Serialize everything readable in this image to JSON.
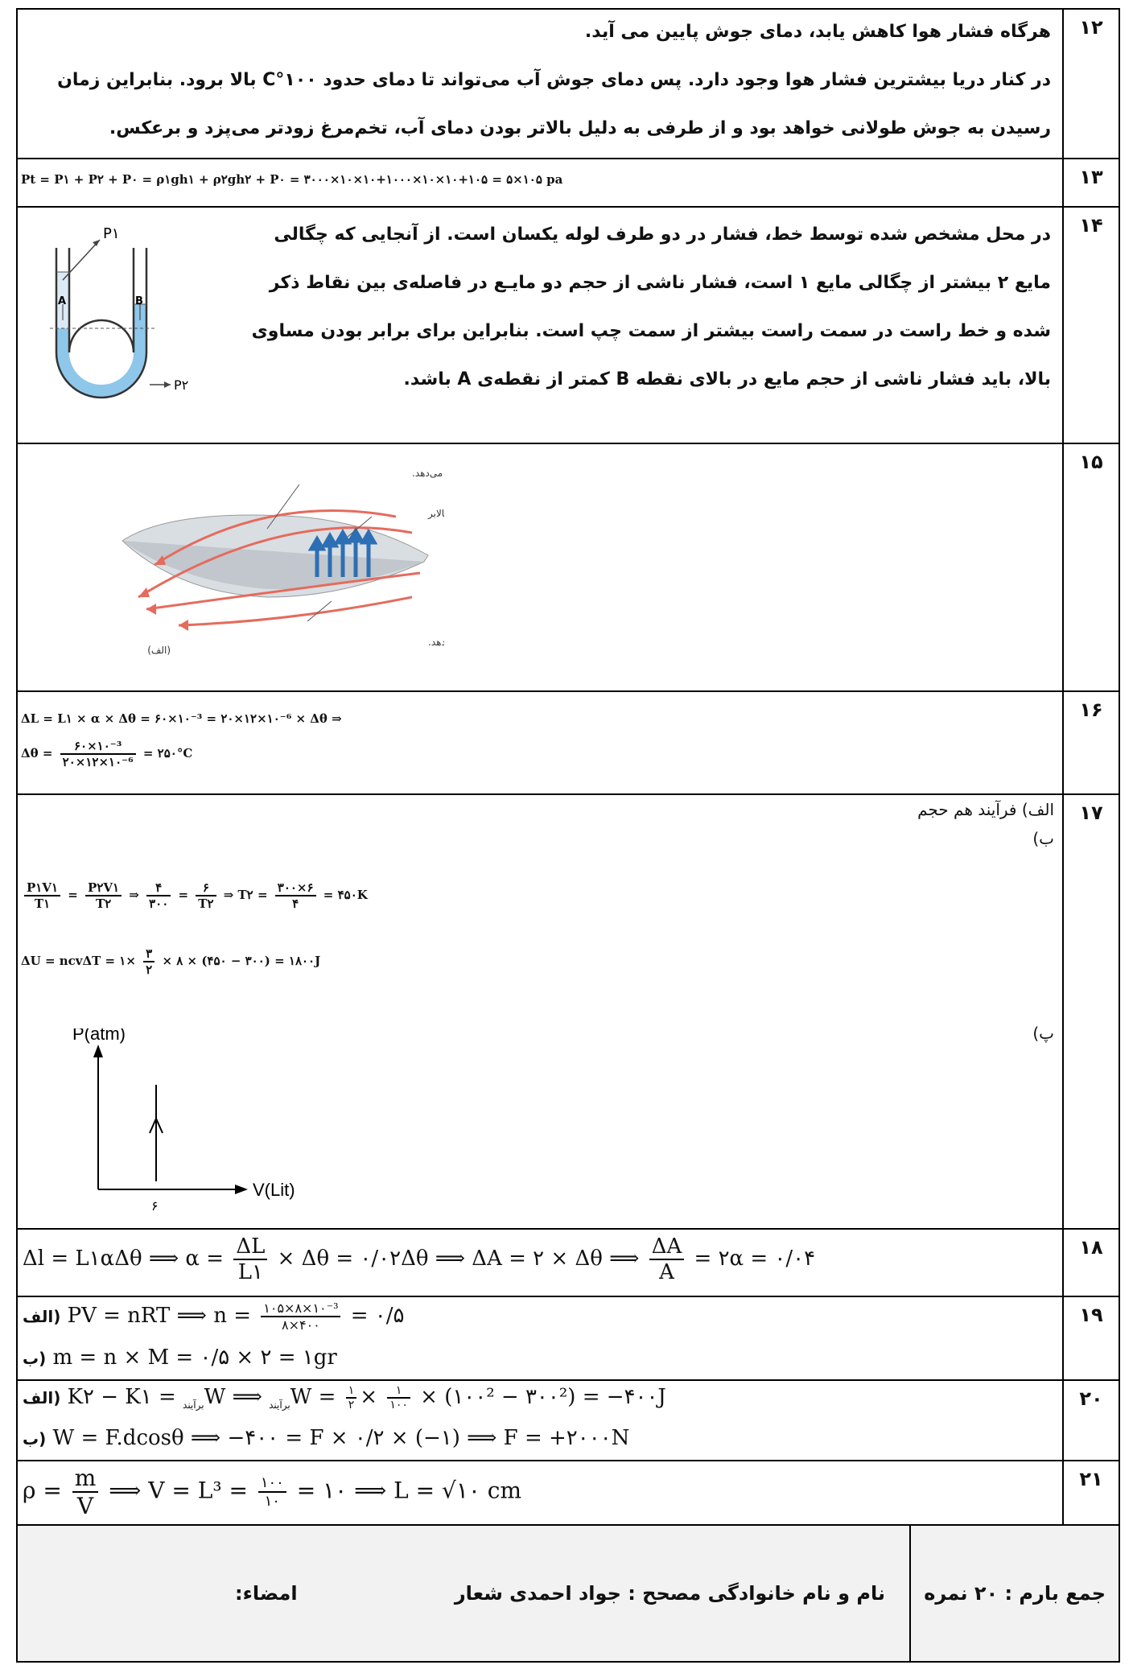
{
  "rows": [
    {
      "num": "۱۲",
      "lines": [
        "هرگاه فشار هوا کاهش یابد، دمای جوش پایین می آید.",
        "در کنار دریا بیشترین فشار هوا وجود دارد. پس دمای جوش آب می‌تواند تا دمای حدود  ۱۰۰°C بالا برود. بنابراین زمان",
        "رسیدن به جوش طولانی خواهد بود و از طرفی به دلیل بالاتر بودن دمای آب، تخم‌مرغ زودتر می‌پزد و برعکس."
      ]
    },
    {
      "num": "۱۳",
      "eq": "Pt = P۱ + P۲ + P۰ = ρ۱gh۱ + ρ۲gh۲ + P۰ = ۳۰۰۰×۱۰×۱۰+۱۰۰۰×۱۰×۱۰+۱۰۵ = ۵×۱۰۵ pa"
    },
    {
      "num": "۱۴",
      "lines": [
        "در محل مشخص شده توسط خط، فشار در دو طرف لوله یکسان است. از آنجایی که چگالی",
        "مایع ۲ بیشتر از چگالی مایع ۱ است، فشار ناشی از حجم دو مایـع در فاصله‌ی بین نقاط ذکر",
        "شده  و خط راست در سمت راست بیشتر از سمت چپ است. بنابراین برای برابر بودن مساوی",
        "بالا، باید فشار ناشی از حجم مایع در بالای نقطه B  کمتر از نقطه‌ی A  باشد."
      ],
      "figure": {
        "label_p1": "P۱",
        "label_p2": "P۲",
        "label_a": "A",
        "label_b": "B"
      }
    },
    {
      "num": "۱۵",
      "figure": {
        "label_top": "جریان تند هوا، فشار را کاهش می‌دهد.",
        "label_lift": "نیروی بالابر",
        "label_bottom": "جریان آرام هوا، فشار را افزایش می‌دهد.",
        "label_caption": "(الف)"
      }
    },
    {
      "num": "۱۶",
      "eq1": "ΔL = L۱ × α × Δθ = ۶۰×۱۰⁻³ = ۲۰×۱۲×۱۰⁻⁶ × Δθ ⇒",
      "eq2_lhs": "Δθ =",
      "eq2_num": "۶۰×۱۰⁻³",
      "eq2_den": "۲۰×۱۲×۱۰⁻⁶",
      "eq2_rhs": "= ۲۵۰°C"
    },
    {
      "num": "۱۷",
      "part_a": "الف) فرآیند هم حجم",
      "part_b": "ب)",
      "part_c": "پ)",
      "eq1": {
        "f1n": "P۱V۱",
        "f1d": "T۱",
        "f2n": "P۲V۱",
        "f2d": "T۲",
        "f3n": "۴",
        "f3d": "۳۰۰",
        "f4n": "۶",
        "f4d": "T۲",
        "t": "T۲ =",
        "f5n": "۳۰۰×۶",
        "f5d": "۴",
        "res": "= ۴۵۰K"
      },
      "eq2": {
        "lhs": "ΔU = ncvΔT = ۱×",
        "fn": "۳",
        "fd": "۲",
        "rhs": "× ۸ × (۴۵۰ − ۳۰۰) = ۱۸۰۰J"
      },
      "graph": {
        "ylabel": "P(atm)",
        "xlabel": "V(Lit)",
        "xtick": "۶"
      }
    },
    {
      "num": "۱۸",
      "eq": {
        "p1": "Δl = L۱αΔθ ⟹ α =",
        "f1n": "ΔL",
        "f1d": "L۱",
        "p2": "× Δθ = ۰/۰۲Δθ ⟹ ΔA = ۲ × Δθ ⟹",
        "f2n": "ΔA",
        "f2d": "A",
        "p3": "= ۲α = ۰/۰۴"
      }
    },
    {
      "num": "۱۹",
      "line1": {
        "tag": "الف)",
        "p1": "PV = nRT ⟹ n =",
        "fn": "۱۰۵×۸×۱۰⁻³",
        "fd": "۸×۴۰۰",
        "p2": "= ۰/۵"
      },
      "line2": {
        "tag": "ب)",
        "p1": "m = n × M = ۰/۵ × ۲ = ۱gr"
      }
    },
    {
      "num": "۲۰",
      "line1": {
        "tag": "الف)",
        "p1": "K۲ − K۱ =",
        "sub": "برآیند",
        "p2": "W ⟹",
        "p3": "W =",
        "f1n": "۱",
        "f1d": "۲",
        "f2n": "۱",
        "f2d": "۱۰۰",
        "p4": "× (۱۰۰² − ۳۰۰²) = −۴۰۰J"
      },
      "line2": {
        "tag": "ب)",
        "p1": "W = F.dcosθ ⟹ −۴۰۰ = F × ۰/۲ × (−۱) ⟹ F = +۲۰۰۰N"
      }
    },
    {
      "num": "۲۱",
      "eq": {
        "p1": "ρ =",
        "f1n": "m",
        "f1d": "V",
        "p2": "⟹ V = L³ =",
        "f2n": "۱۰۰",
        "f2d": "۱۰",
        "p3": "= ۱۰ ⟹ L = √۱۰ cm"
      }
    }
  ],
  "footer": {
    "total": "جمع بارم : ۲۰ نمره",
    "grader": "نام و نام خانوادگی مصحح : جواد احمدی شعار",
    "signature": "امضاء:"
  }
}
